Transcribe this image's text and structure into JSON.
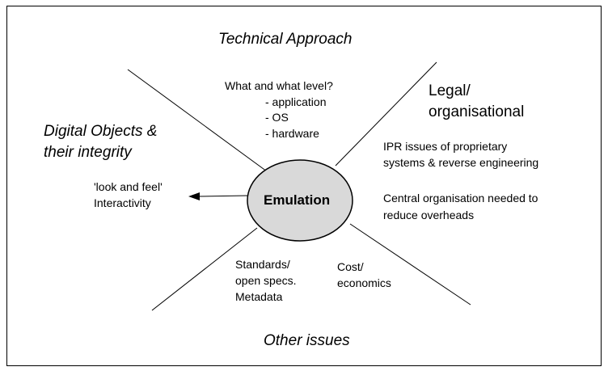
{
  "center": {
    "label": "Emulation"
  },
  "quadrants": {
    "technical": {
      "heading": "Technical Approach",
      "question": "What and what level?",
      "items": [
        "- application",
        "- OS",
        "- hardware"
      ]
    },
    "legal": {
      "heading_line1": "Legal/",
      "heading_line2": "organisational",
      "point1_line1": "IPR issues of proprietary",
      "point1_line2": "systems  & reverse engineering",
      "point2_line1": "Central organisation needed to",
      "point2_line2": "reduce overheads"
    },
    "digital": {
      "heading_line1": "Digital Objects &",
      "heading_line2": "their integrity",
      "note_line1": "'look and feel'",
      "note_line2": "Interactivity"
    },
    "other": {
      "heading": "Other issues",
      "standards_line1": "Standards/",
      "standards_line2": "open specs.",
      "standards_line3": "Metadata",
      "cost_line1": "Cost/",
      "cost_line2": "economics"
    }
  }
}
